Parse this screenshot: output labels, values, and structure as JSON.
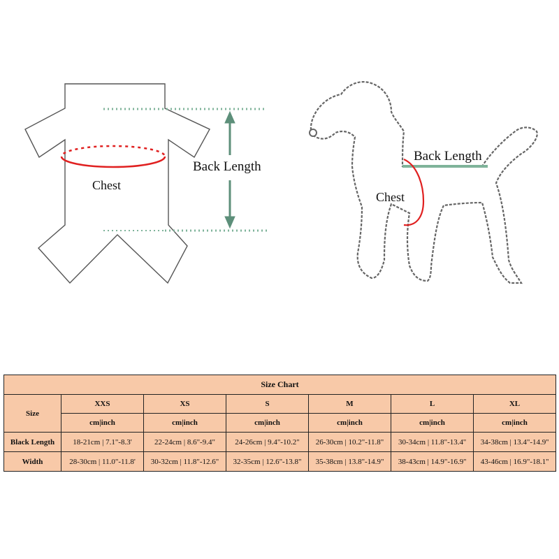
{
  "diagram_shirt": {
    "chest_label": "Chest",
    "back_length_label": "Back Length"
  },
  "diagram_dog": {
    "chest_label": "Chest",
    "back_length_label": "Back Length"
  },
  "colors": {
    "chest_marker": "#e02020",
    "length_marker": "#7fb39a",
    "outline": "#555555",
    "chain": "#666666",
    "table_bg": "#f8c9a8"
  },
  "size_chart": {
    "title": "Size Chart",
    "size_header": "Size",
    "sizes": [
      "XXS",
      "XS",
      "S",
      "M",
      "L",
      "XL"
    ],
    "units": [
      "cm|inch",
      "cm|inch",
      "cm|inch",
      "cm|inch",
      "cm|inch",
      "cm|inch"
    ],
    "rows": [
      {
        "label": "Black Length",
        "values": [
          "18-21cm | 7.1\"-8.3'",
          "22-24cm | 8.6\"-9.4\"",
          "24-26cm | 9.4\"-10.2\"",
          "26-30cm | 10.2\"-11.8\"",
          "30-34cm | 11.8\"-13.4''",
          "34-38cm | 13.4\"-14.9''"
        ]
      },
      {
        "label": "Width",
        "values": [
          "28-30cm | 11.0\"-11.8'",
          "30-32cm | 11.8\"-12.6\"",
          "32-35cm | 12.6\"-13.8\"",
          "35-38cm | 13.8\"-14.9\"",
          "38-43cm | 14.9\"-16.9''",
          "43-46cm | 16.9\"-18.1''"
        ]
      }
    ]
  }
}
